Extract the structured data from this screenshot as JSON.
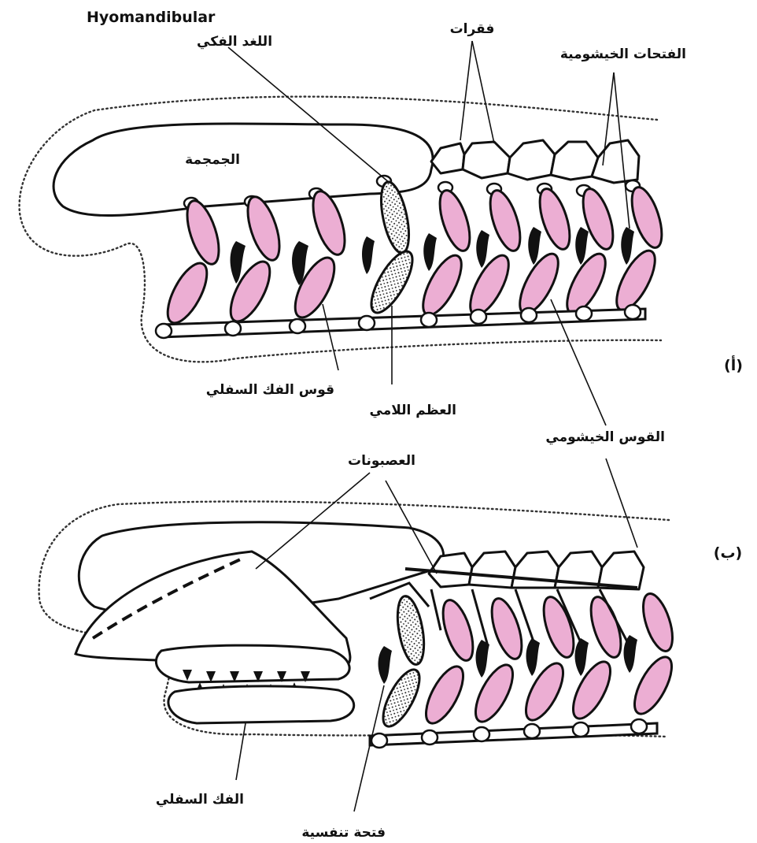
{
  "figure": {
    "labels": {
      "hyomandibular": "Hyomandibular",
      "palatoquadrate": "اللغد الفكي",
      "vertebrae": "فقرات",
      "gill_slits": "الفتحات الخيشومية",
      "skull": "الجمجمة",
      "mandibular_arch": "قوس الفك السفلي",
      "hyoid_bone": "العظم اللامي",
      "gill_arch": "القوس الخيشومي",
      "cartilages": "العصبونات",
      "lower_jaw": "الفك السفلي",
      "spiracle": "فتحة تنفسية"
    },
    "panels": {
      "a": "(أ)",
      "b": "(ب)"
    },
    "colors": {
      "arch_pink": "#ecaed3",
      "outline": "#111111",
      "hyoid_fill": "#d9d9d9"
    }
  }
}
